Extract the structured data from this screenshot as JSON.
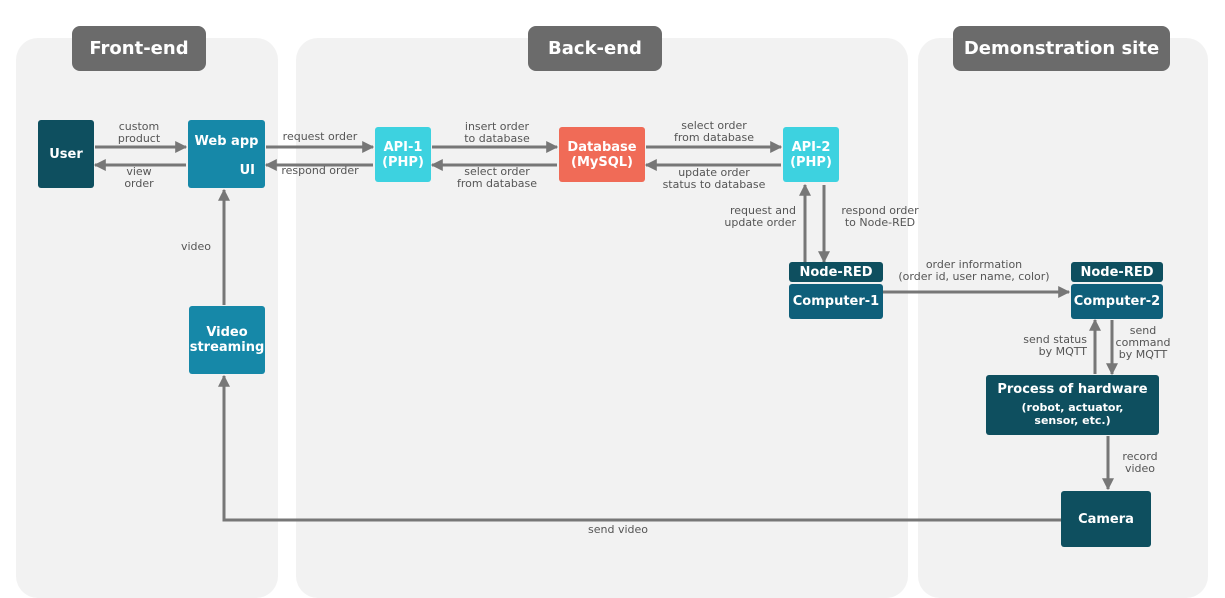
{
  "colors": {
    "zone_bg": "#f2f2f2",
    "header_bg": "#6b6b6b",
    "dark_teal": "#0e4f5f",
    "mid_teal": "#1688a8",
    "light_teal": "#3dd2e0",
    "database_red": "#f06b57",
    "navy_teal": "#0f5f7a",
    "arrow": "#777777"
  },
  "zones": {
    "front_end": "Front-end",
    "back_end": "Back-end",
    "demo_site": "Demonstration site"
  },
  "nodes": {
    "user": "User",
    "web_app_line1": "Web app",
    "web_app_line2": "UI",
    "api1_line1": "API-1",
    "api1_line2": "(PHP)",
    "database_line1": "Database",
    "database_line2": "(MySQL)",
    "api2_line1": "API-2",
    "api2_line2": "(PHP)",
    "nodered1_tag": "Node-RED",
    "computer1": "Computer-1",
    "nodered2_tag": "Node-RED",
    "computer2": "Computer-2",
    "process_title": "Process of hardware",
    "process_line2": "(robot, actuator,",
    "process_line3": "sensor, etc.)",
    "video_streaming_line1": "Video",
    "video_streaming_line2": "streaming",
    "camera": "Camera"
  },
  "edges": {
    "custom_product_1": "custom",
    "custom_product_2": "product",
    "view_order_1": "view",
    "view_order_2": "order",
    "request_order": "request order",
    "respond_order": "respond order",
    "insert_order_1": "insert order",
    "insert_order_2": "to database",
    "select_order_db_1": "select order",
    "select_order_db_2": "from database",
    "select_order_from_1": "select order",
    "select_order_from_2": "from database",
    "update_status_1": "update order",
    "update_status_2": "status to database",
    "request_update_1": "request and",
    "request_update_2": "update order",
    "respond_nodered_1": "respond order",
    "respond_nodered_2": "to Node-RED",
    "order_info_1": "order information",
    "order_info_2": "(order id, user name, color)",
    "send_status_1": "send status",
    "send_status_2": "by MQTT",
    "send_command_1": "send",
    "send_command_2": "command",
    "send_command_3": "by MQTT",
    "record_video_1": "record",
    "record_video_2": "video",
    "video": "video",
    "send_video": "send video"
  }
}
